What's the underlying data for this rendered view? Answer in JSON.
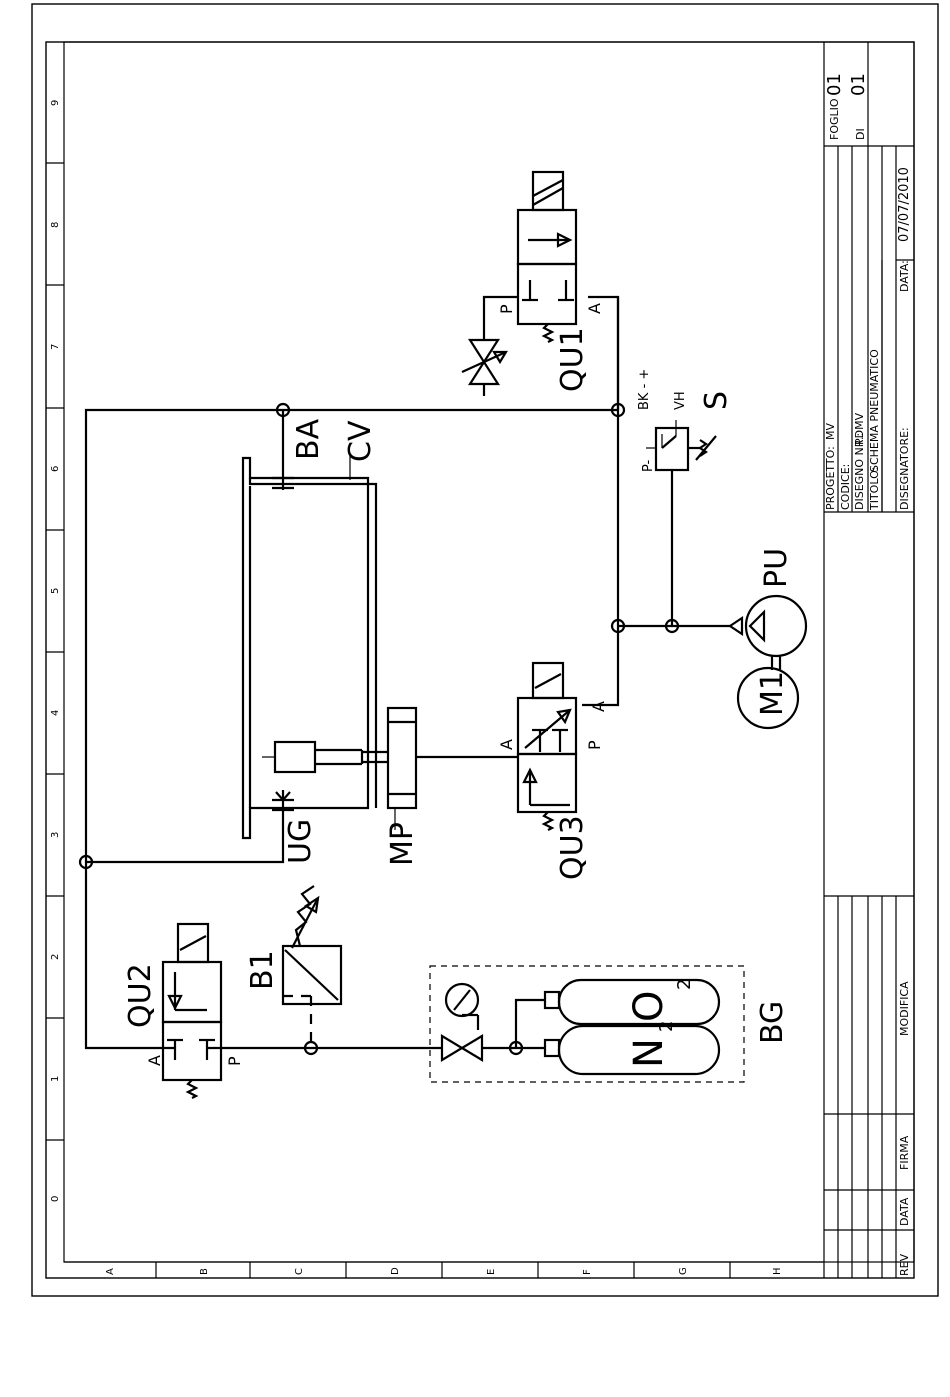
{
  "labels": {
    "qu2": "QU2",
    "qu3": "QU3",
    "qu1": "QU1",
    "b1": "B1",
    "bg": "BG",
    "ug": "UG",
    "mp": "MP",
    "ba": "BA",
    "cv": "CV",
    "pu": "PU",
    "m1": "M1",
    "s": "S",
    "n2_main": "N",
    "n2_sub": "2",
    "o2_main": "O",
    "o2_sub": "2"
  },
  "ports": {
    "qu2_a": "A",
    "qu2_p": "P",
    "qu3_a_top": "A",
    "qu3_a": "A",
    "qu3_p": "P",
    "qu1_p": "P",
    "qu1_a": "A",
    "s_bk": "BK - +",
    "s_vh": "VH",
    "s_p": "P-"
  },
  "grid": {
    "numbers": [
      "0",
      "1",
      "2",
      "3",
      "4",
      "5",
      "6",
      "7",
      "8",
      "9"
    ],
    "letters": [
      "A",
      "B",
      "C",
      "D",
      "E",
      "F",
      "G",
      "H"
    ]
  },
  "title_block": {
    "progetto": "PROGETTO:",
    "progetto_val": "MV",
    "codice": "CODICE:",
    "disegno_nr": "DISEGNO NR.:",
    "disegno_nr_val": "PDMV",
    "titolo": "TITOLO:",
    "titolo_val": "SCHEMA PNEUMATICO",
    "disegnatore": "DISEGNATORE:",
    "data": "DATA:",
    "data_val": "07/07/2010",
    "foglio": "FOGLIO",
    "foglio_val": "01",
    "di": "DI",
    "di_val": "01"
  },
  "revision_block": {
    "rev": "REV",
    "data": "DATA",
    "firma": "FIRMA",
    "modifica": "MODIFICA"
  }
}
